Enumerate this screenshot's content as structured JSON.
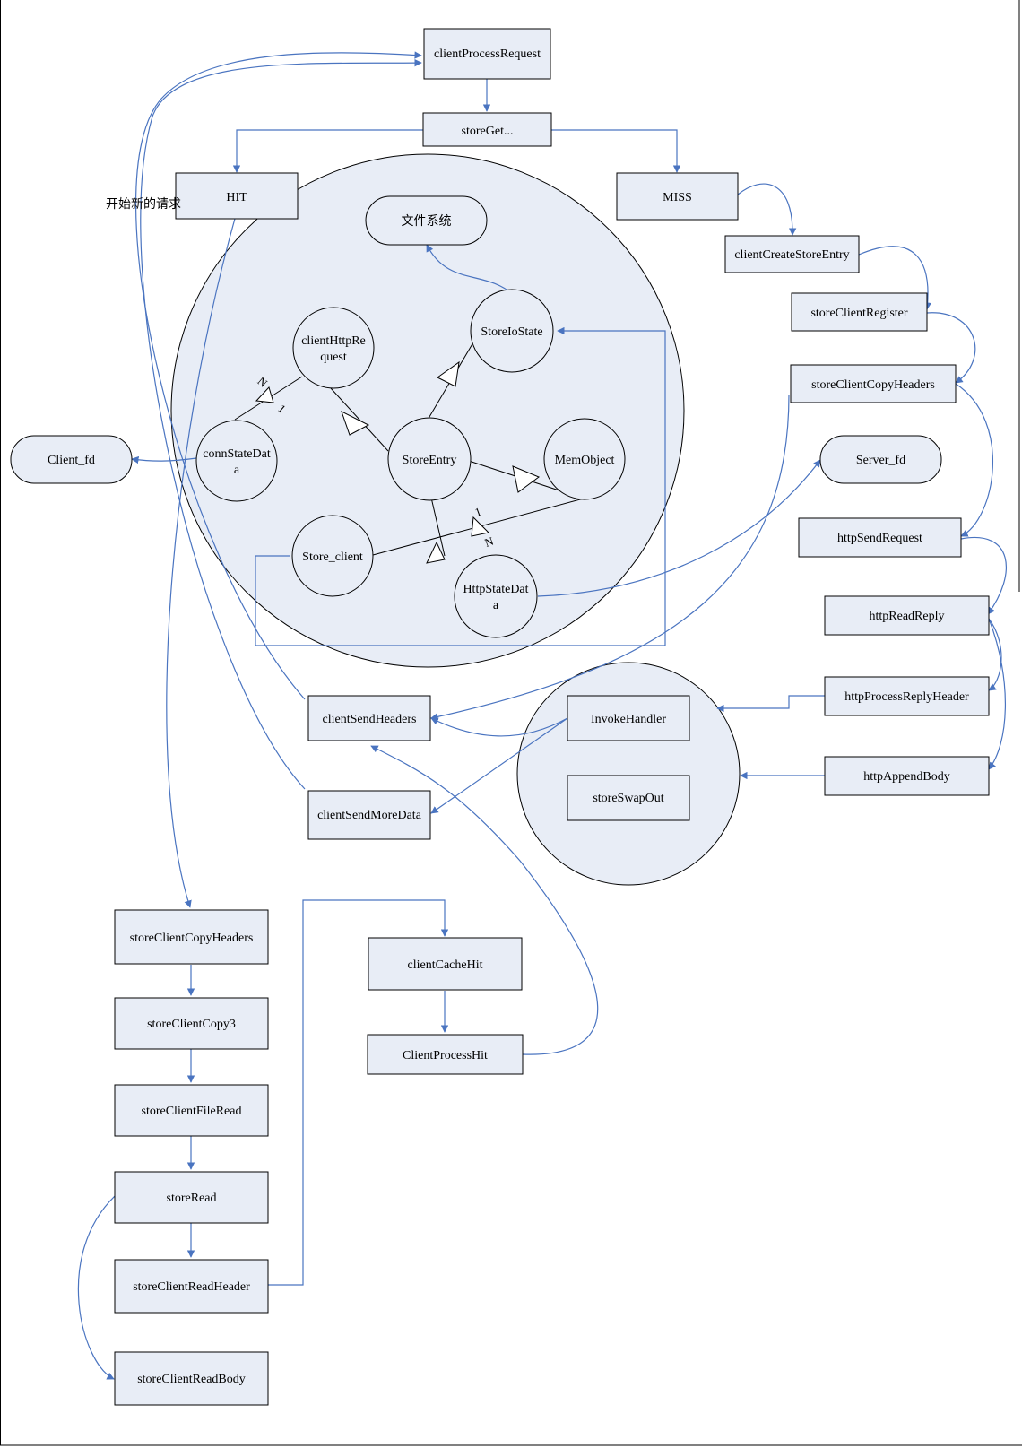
{
  "nodes": {
    "client_process_request": "clientProcessRequest",
    "store_get": "storeGet...",
    "hit": "HIT",
    "miss": "MISS",
    "file_system": "文件系统",
    "client_create_store_entry": "clientCreateStoreEntry",
    "store_client_register": "storeClientRegister",
    "store_client_copy_headers_right": "storeClientCopyHeaders",
    "client_http_request": [
      "clientHttpRe",
      "quest"
    ],
    "store_io_state": "StoreIoState",
    "conn_state_data": [
      "connStateDat",
      "a"
    ],
    "store_entry": "StoreEntry",
    "mem_object": "MemObject",
    "client_fd": "Client_fd",
    "server_fd": "Server_fd",
    "store_client": "Store_client",
    "http_state_data": [
      "HttpStateDat",
      "a"
    ],
    "http_send_request": "httpSendRequest",
    "http_read_reply": "httpReadReply",
    "http_process_reply_header": "httpProcessReplyHeader",
    "http_append_body": "httpAppendBody",
    "invoke_handler": "InvokeHandler",
    "store_swap_out": "storeSwapOut",
    "client_send_headers": "clientSendHeaders",
    "client_send_more_data": "clientSendMoreData",
    "store_client_copy_headers_left": "storeClientCopyHeaders",
    "store_client_copy3": "storeClientCopy3",
    "store_client_file_read": "storeClientFileRead",
    "store_read": "storeRead",
    "store_client_read_header": "storeClientReadHeader",
    "store_client_read_body": "storeClientReadBody",
    "client_cache_hit": "clientCacheHit",
    "client_process_hit": "ClientProcessHit"
  },
  "annotations": {
    "start_new_request": "开始新的请求"
  },
  "multiplicities": {
    "conn_n": "N",
    "conn_1": "1",
    "store_1": "1",
    "store_n": "N"
  },
  "colors": {
    "connector": "#4a74c0",
    "fill": "#e8edf6",
    "outline": "#000000"
  }
}
